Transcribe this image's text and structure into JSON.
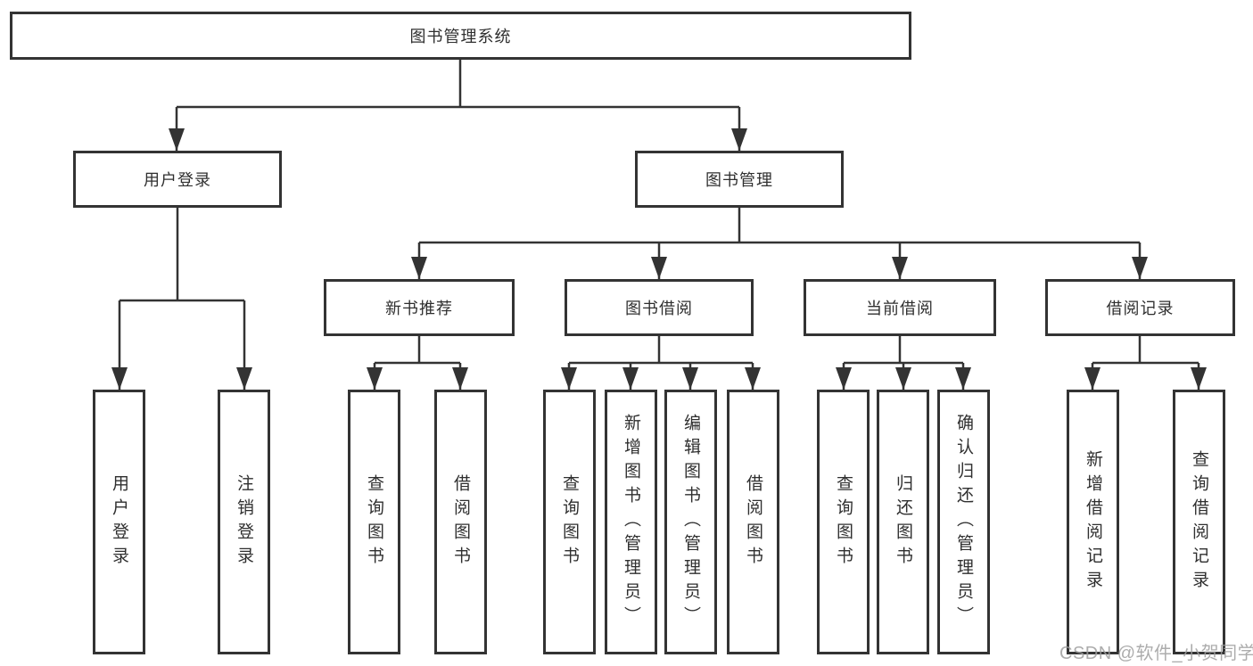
{
  "tree": {
    "root": {
      "label": "图书管理系统"
    },
    "children": [
      {
        "label": "用户登录",
        "children": [
          {
            "label": "用户登录"
          },
          {
            "label": "注销登录"
          }
        ]
      },
      {
        "label": "图书管理",
        "children": [
          {
            "label": "新书推荐",
            "children": [
              {
                "label": "查询图书"
              },
              {
                "label": "借阅图书"
              }
            ]
          },
          {
            "label": "图书借阅",
            "children": [
              {
                "label": "查询图书"
              },
              {
                "label": "新增图书（管理员）"
              },
              {
                "label": "编辑图书（管理员）"
              },
              {
                "label": "借阅图书"
              }
            ]
          },
          {
            "label": "当前借阅",
            "children": [
              {
                "label": "查询图书"
              },
              {
                "label": "归还图书"
              },
              {
                "label": "确认归还（管理员）"
              }
            ]
          },
          {
            "label": "借阅记录",
            "children": [
              {
                "label": "新增借阅记录"
              },
              {
                "label": "查询借阅记录"
              }
            ]
          }
        ]
      }
    ]
  },
  "watermark": "CSDN @软件_小贺同学",
  "colors": {
    "line": "#333333",
    "box_border": "#333333",
    "text": "#2f2f2f",
    "watermark": "#9e9e9e",
    "background": "#ffffff"
  }
}
